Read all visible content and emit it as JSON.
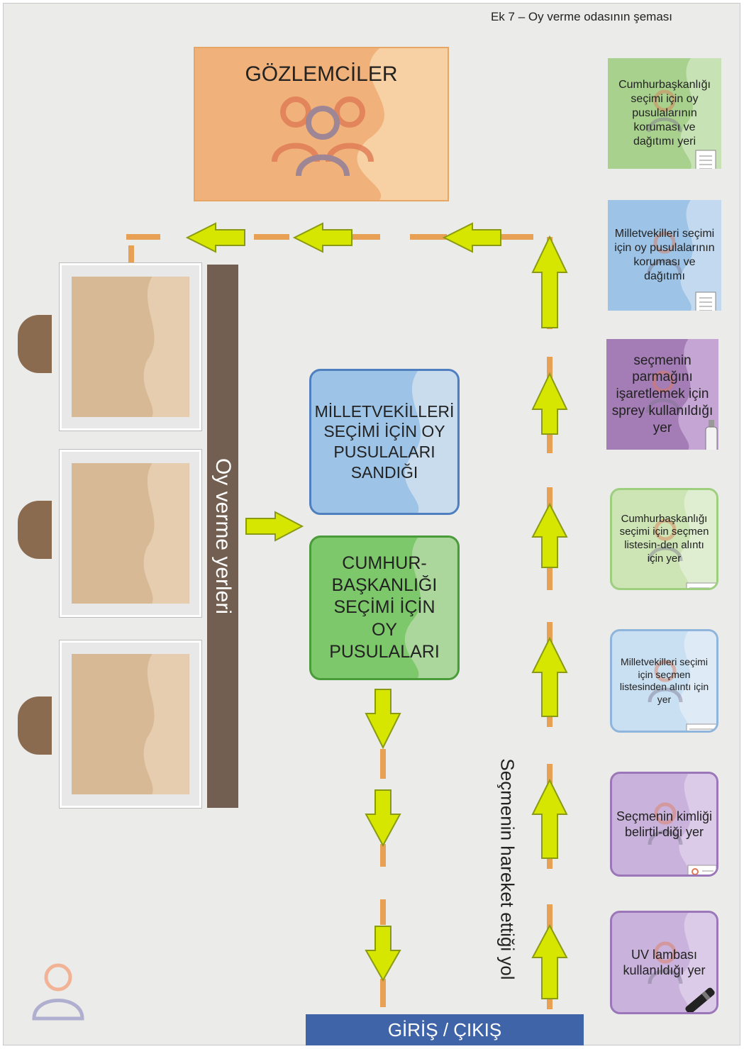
{
  "header": {
    "title": "Ek 7 – Oy verme odasının şeması"
  },
  "observers": {
    "label": "GÖZLEMCİLER"
  },
  "voting_booths": {
    "label": "Oy verme yerleri"
  },
  "ballot_boxes": {
    "parliament": "MİLLETVEKİLLERİ SEÇİMİ İÇİN OY PUSULALARI SANDIĞI",
    "presidential": "CUMHUR-BAŞKANLIĞI SEÇİMİ İÇİN OY PUSULALARI"
  },
  "stations": [
    {
      "text": "Cumhurbaşkanlığı seçimi için oy pusulalarının koruması ve dağıtımı yeri",
      "color": "#a9d18e"
    },
    {
      "text": "Milletvekilleri seçimi için oy pusulalarının koruması ve dağıtımı",
      "color": "#9dc3e6"
    },
    {
      "text": "seçmenin parmağını işaretlemek için sprey kullanıldığı yer",
      "color": "#a47cb6"
    },
    {
      "text": "Cumhurbaşkanlığı seçimi için seçmen listesin-den alıntı için yer",
      "color": "#cde4b5"
    },
    {
      "text": "Milletvekilleri seçimi için seçmen listesinden alıntı için yer",
      "color": "#c9dff2"
    },
    {
      "text": "Seçmenin kimliği belirtil-diği yer",
      "color": "#c9b2db"
    },
    {
      "text": "UV lambası kullanıldığı yer",
      "color": "#c9b2db"
    }
  ],
  "route": {
    "label": "Seçmenin hareket ettiği yol"
  },
  "entrance": {
    "label": "GİRİŞ / ÇIKIŞ"
  },
  "colors": {
    "arrow_fill": "#d6e600",
    "arrow_stroke": "#8a9a12",
    "dash": "#e8a055",
    "booth_bar": "#735f52",
    "entrance": "#3f65a8",
    "observers": "#f0b27a"
  }
}
